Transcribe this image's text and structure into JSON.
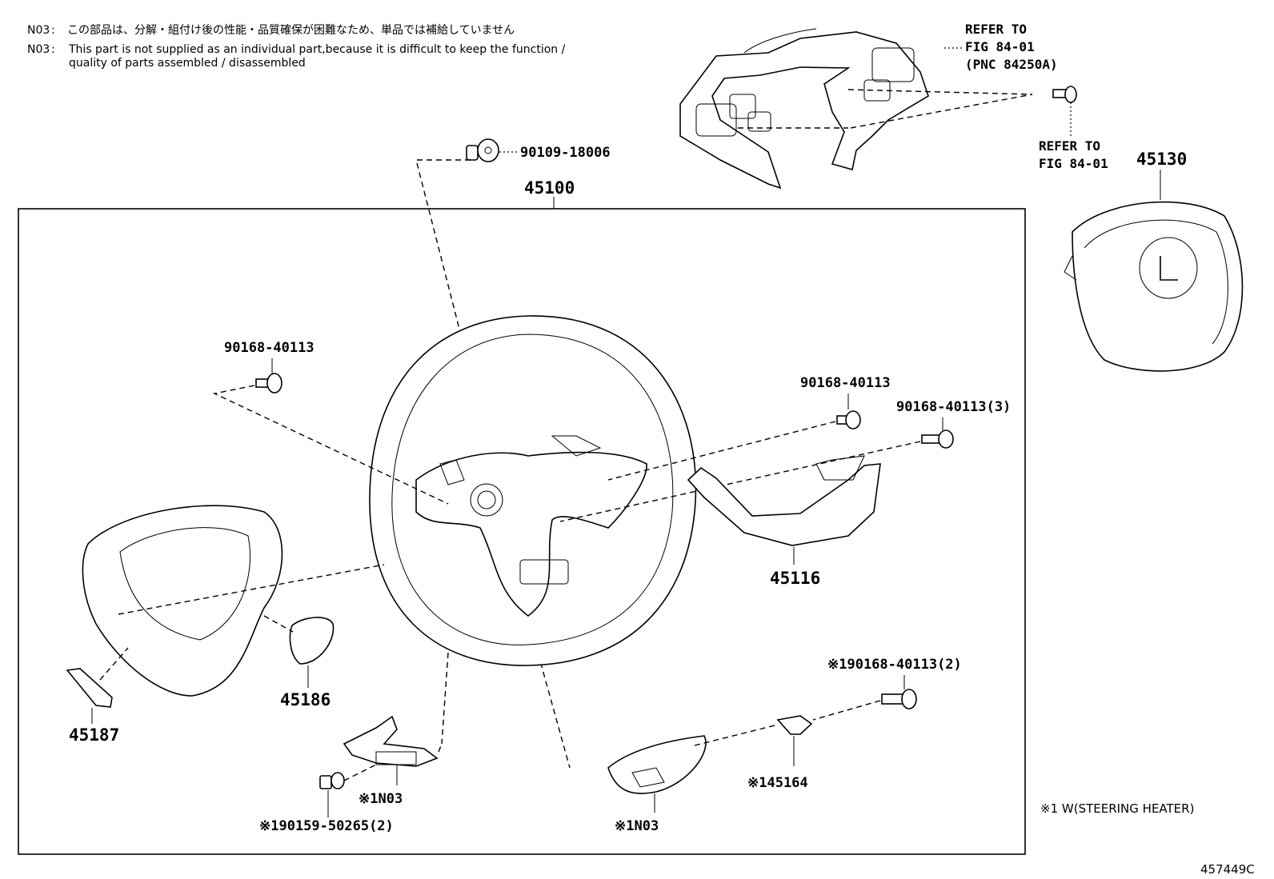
{
  "notes": {
    "jp_code": "N03",
    "jp_text": "この部品は、分解・組付け後の性能・品質確保が困難なため、単品では補給していません",
    "en_code": "N03",
    "en_line1": "This part is not supplied as an individual part,because it is difficult to keep the function /",
    "en_line2": "quality of parts assembled / disassembled"
  },
  "refs": {
    "ref1_line1": "REFER TO",
    "ref1_line2": "FIG 84-01",
    "ref1_line3": "(PNC 84250A)",
    "ref2_line1": "REFER TO",
    "ref2_line2": "FIG 84-01"
  },
  "parts": {
    "p90109": "90109-18006",
    "p45100": "45100",
    "p45130": "45130",
    "p90168_a": "90168-40113",
    "p90168_b": "90168-40113",
    "p90168_c": "90168-40113(3)",
    "p45116": "45116",
    "p45186": "45186",
    "p45187": "45187",
    "p90168_d": "※190168-40113(2)",
    "pN03_a": "※1N03",
    "pN03_b": "※1N03",
    "p45164": "※145164",
    "p90159": "※190159-50265(2)"
  },
  "legend": {
    "text": "※1 W(STEERING HEATER)"
  },
  "figure_id": "457449C"
}
